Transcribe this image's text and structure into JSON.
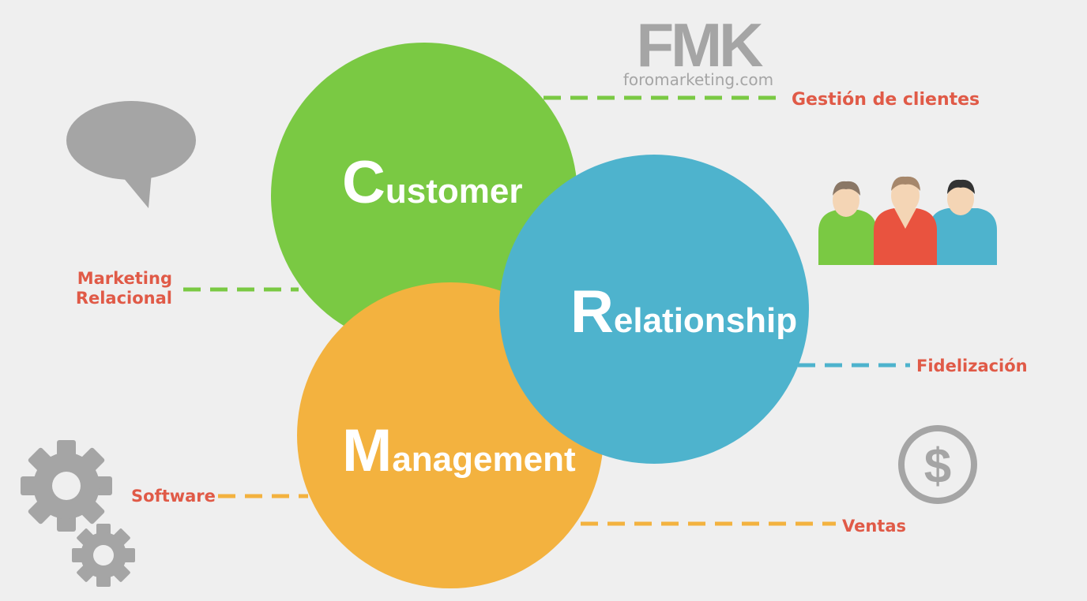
{
  "logo": {
    "mark": "FMK",
    "site": "foromarketing.com",
    "color": "#a5a5a5"
  },
  "circles": {
    "customer": {
      "initial": "C",
      "rest": "ustomer",
      "color": "#7ac943"
    },
    "relationship": {
      "initial": "R",
      "rest": "elationship",
      "color": "#4eb3cd"
    },
    "management": {
      "initial": "M",
      "rest": "anagement",
      "color": "#f3b23f"
    }
  },
  "labels": {
    "gestion": {
      "text": "Gestión de clientes",
      "color": "#e05a47",
      "line_color": "#7ac943"
    },
    "marketing": {
      "line1": "Marketing",
      "line2": "Relacional",
      "color": "#e05a47",
      "line_color": "#7ac943"
    },
    "fidelizacion": {
      "text": "Fidelización",
      "color": "#e05a47",
      "line_color": "#4eb3cd"
    },
    "software": {
      "text": "Software",
      "color": "#e05a47",
      "line_color": "#f3b23f"
    },
    "ventas": {
      "text": "Ventas",
      "color": "#e05a47",
      "line_color": "#f3b23f"
    }
  },
  "icons": {
    "speech": "speech-bubble-icon",
    "people": "people-group-icon",
    "dollar": "dollar-coin-icon",
    "gears": "gears-icon",
    "dollar_glyph": "$"
  },
  "icon_gray": "#a5a5a5",
  "people_colors": [
    "#7ac943",
    "#e9533f",
    "#4eb3cd"
  ]
}
